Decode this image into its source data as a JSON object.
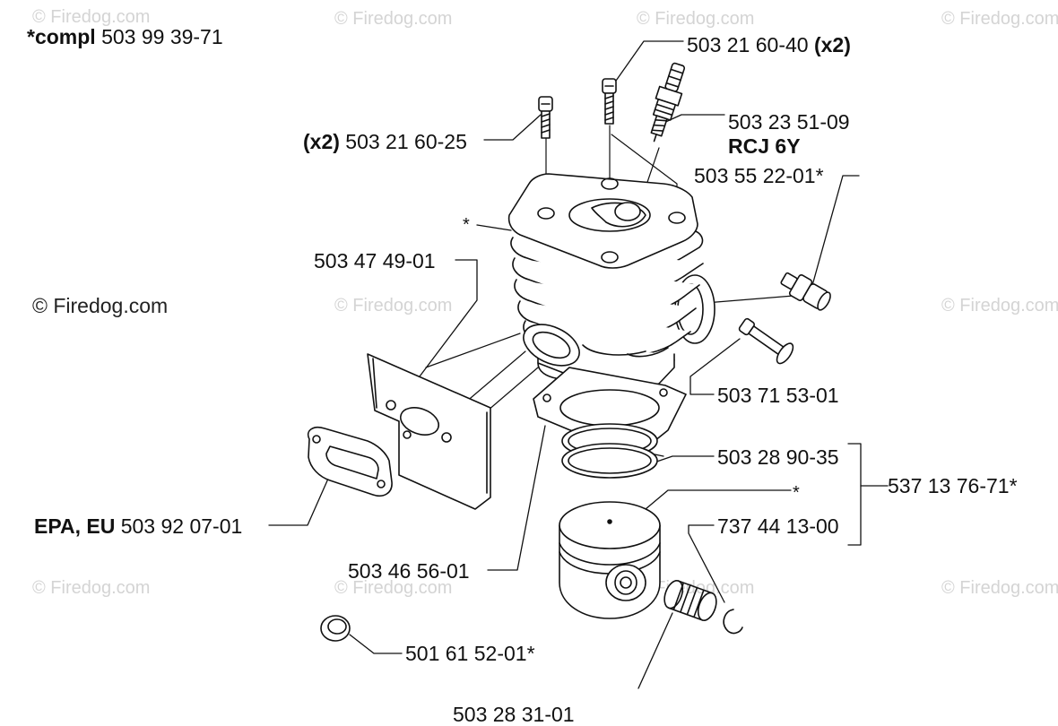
{
  "watermarks": {
    "w1": "© Firedog.com",
    "w2": "© Firedog.com",
    "w3": "© Firedog.com",
    "w4": "© Firedog.com",
    "w5": "© Firedog.com",
    "w6": "© Firedog.com",
    "w7": "© Firedog.com",
    "w8": "© Firedog.com",
    "w9": "© Firedog.com",
    "w10": "© Firedog.com",
    "w11": "© Firedog.com"
  },
  "labels": {
    "compl_prefix": "*compl",
    "compl_number": "503 99 39-71",
    "screw_top_number": "503 21 60-40",
    "screw_top_qty": "(x2)",
    "screw_left_qty": "(x2)",
    "screw_left_number": "503 21 60-25",
    "spark_plug_number": "503 23 51-09",
    "spark_plug_type": "RCJ 6Y",
    "decomp_number": "503 55 22-01*",
    "cylinder_star": "*",
    "gasket_plate_number": "503 47 49-01",
    "valve_number": "503 71 53-01",
    "rings_number": "503 28 90-35",
    "kit_number": "537 13 76-71*",
    "piston_star": "*",
    "pin_number": "737 44 13-00",
    "muffler_gasket_prefix": "EPA, EU",
    "muffler_gasket_number": "503 92 07-01",
    "base_gasket_number": "503 46 56-01",
    "plug_number": "501 61 52-01*",
    "bearing_number_partial": "503 28 31-01"
  }
}
